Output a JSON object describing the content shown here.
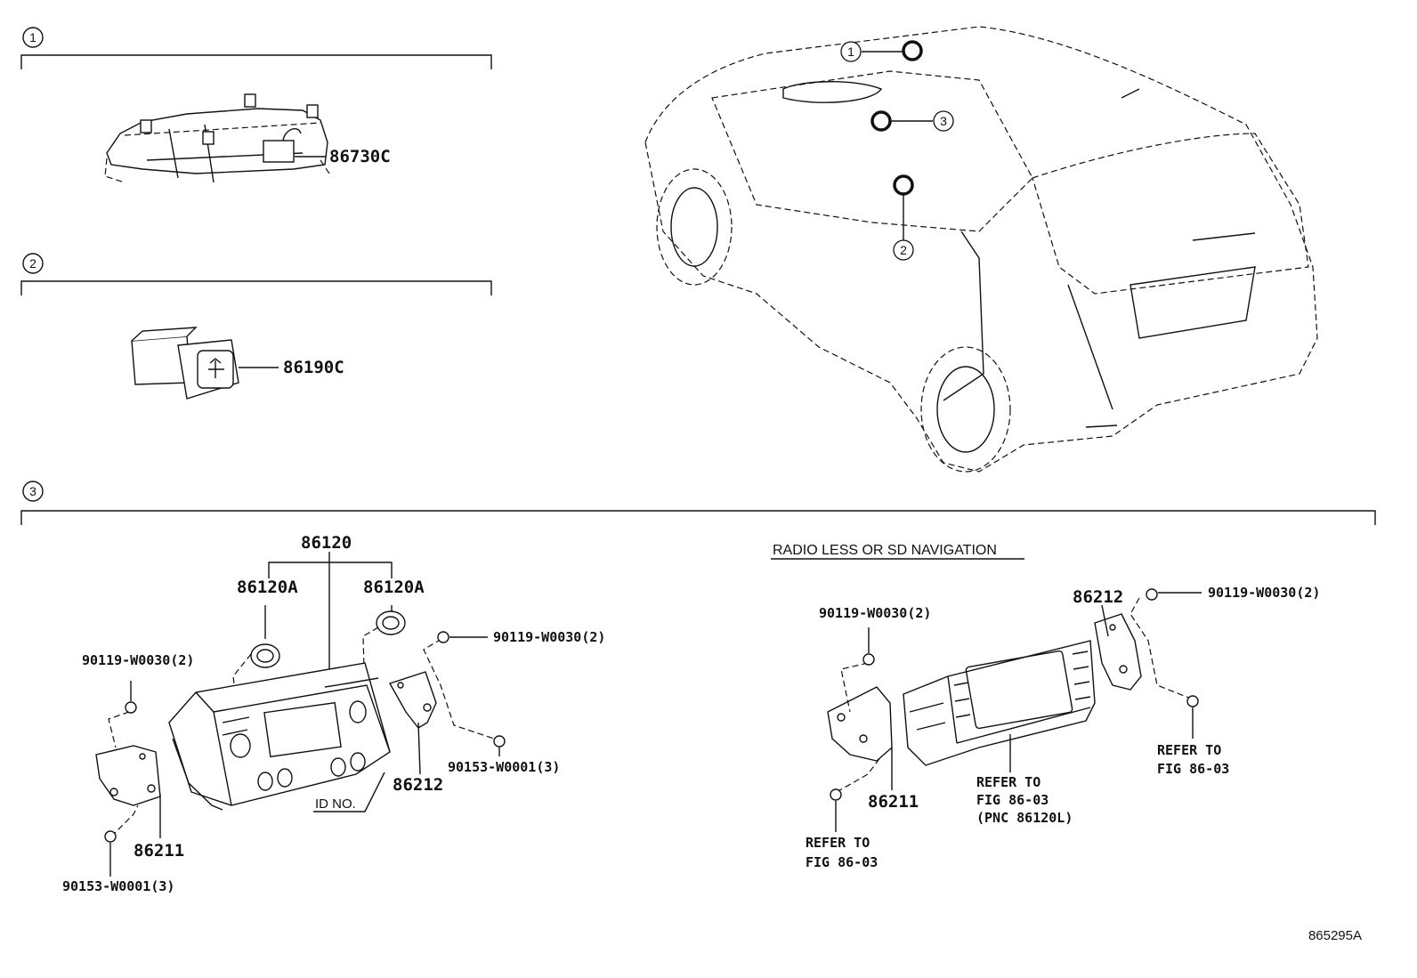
{
  "sections": [
    {
      "num": "1"
    },
    {
      "num": "2"
    },
    {
      "num": "3"
    }
  ],
  "parts": {
    "p86730C": "86730C",
    "p86190C": "86190C",
    "p86120": "86120",
    "p86120A_left": "86120A",
    "p86120A_right": "86120A",
    "p90119_left": "90119-W0030(2)",
    "p90119_mid": "90119-W0030(2)",
    "p90153_mid": "90153-W0001(3)",
    "p86212_left": "86212",
    "p86211_left": "86211",
    "p90153_left": "90153-W0001(3)",
    "id_no": "ID NO.",
    "p90119_nav_left": "90119-W0030(2)",
    "p86212_nav": "86212",
    "p90119_nav_right": "90119-W0030(2)",
    "p86211_nav": "86211"
  },
  "nav_title": "RADIO LESS OR SD NAVIGATION",
  "refers": {
    "left_line1": "REFER TO",
    "left_line2": "FIG 86-03",
    "center_line1": "REFER TO",
    "center_line2": "FIG 86-03",
    "center_line3": "(PNC 86120L)",
    "right_line1": "REFER TO",
    "right_line2": "FIG 86-03"
  },
  "car_callouts": [
    "1",
    "2",
    "3"
  ],
  "figure_id": "865295A"
}
